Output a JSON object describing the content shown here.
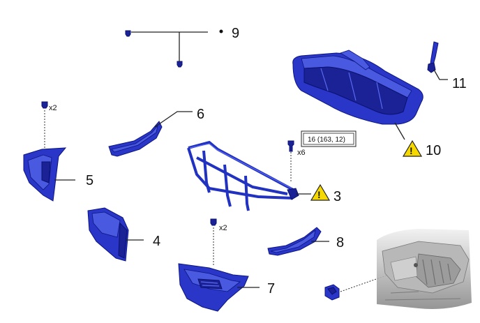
{
  "callouts": {
    "c3": "3",
    "c4": "4",
    "c5": "5",
    "c6": "6",
    "c7": "7",
    "c8": "8",
    "c9": "9",
    "c10": "10",
    "c11": "11"
  },
  "quantities": {
    "clip_top_left": "x2",
    "bolts_frame": "x6",
    "clip_bottom": "x2"
  },
  "torque_spec": "16 (163, 12)",
  "colors": {
    "part_blue": "#2a36c8",
    "warning_yellow": "#f5d800"
  },
  "icons": [
    "warning-icon",
    "bullet-dot"
  ]
}
